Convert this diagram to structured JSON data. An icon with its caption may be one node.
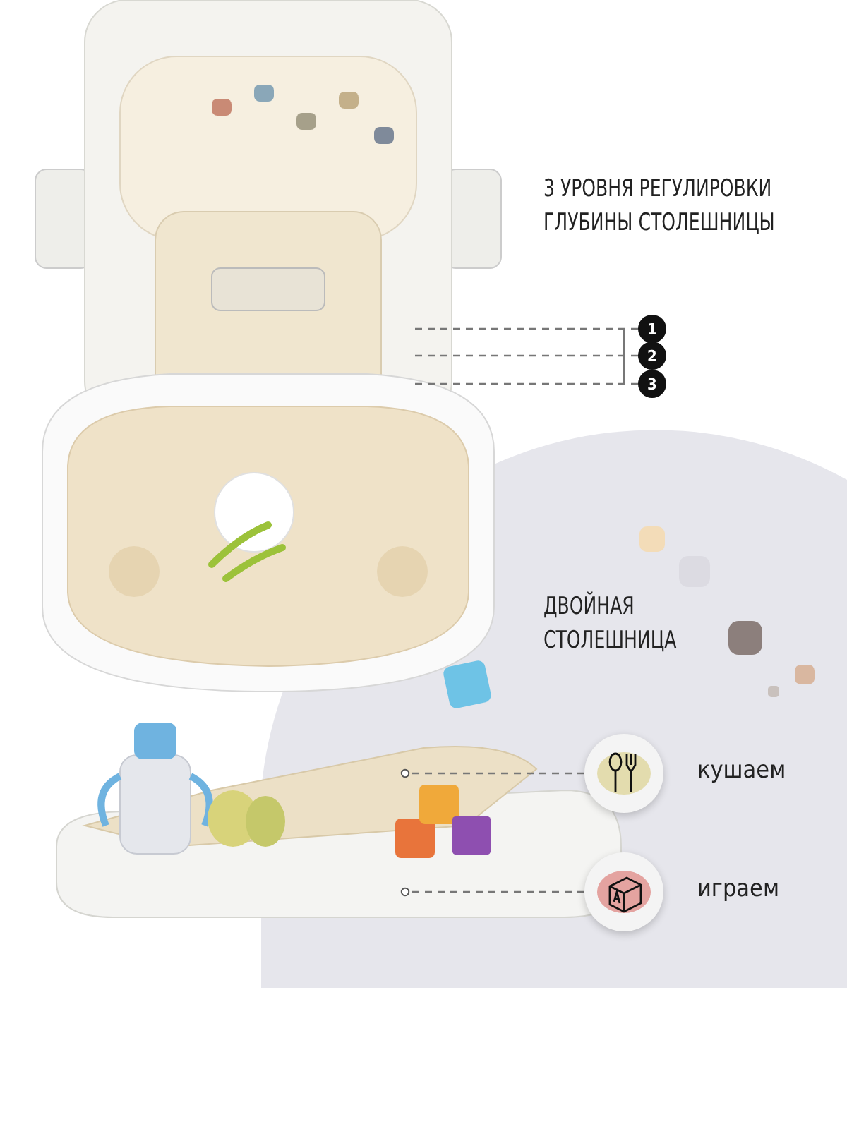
{
  "diagram": {
    "nodes": [
      {
        "text": [
          "1"
        ]
      },
      {
        "text": [
          "2"
        ]
      },
      {
        "text": [
          "3"
        ]
      },
      {
        "text": [],
        "shape": "circle",
        "beside": [
          "кушаем"
        ]
      },
      {
        "text": [],
        "shape": "circle",
        "beside": [
          "играем"
        ]
      }
    ],
    "edges": [
      {
        "from": 0,
        "to": null,
        "arrow": "none",
        "style": "dashed"
      },
      {
        "from": 1,
        "to": null,
        "arrow": "none",
        "style": "dashed"
      },
      {
        "from": 2,
        "to": null,
        "arrow": "none",
        "style": "dashed"
      },
      {
        "from": 3,
        "to": null,
        "arrow": "other",
        "style": "dashed"
      },
      {
        "from": 4,
        "to": null,
        "arrow": "other",
        "style": "dashed"
      }
    ],
    "labels": [
      "3 УРОВНЯ РЕГУЛИРОВКИ ГЛУБИНЫ СТОЛЕШНИЦЫ",
      "ДВОЙНАЯ СТОЛЕШНИЦА"
    ]
  }
}
